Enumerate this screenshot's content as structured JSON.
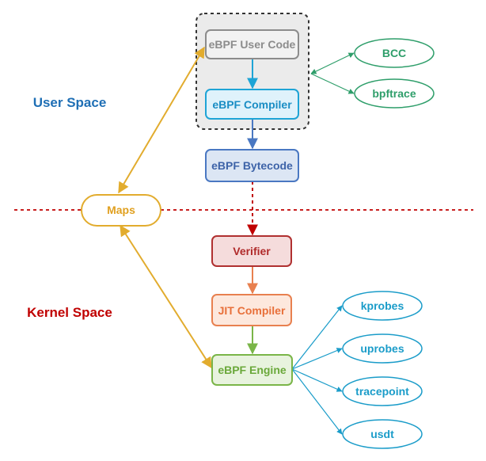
{
  "regions": {
    "user_space": {
      "label": "User Space",
      "color": "#1f6fb5"
    },
    "kernel_space": {
      "label": "Kernel Space",
      "color": "#c00000"
    }
  },
  "nodes": {
    "user_code": {
      "label": "eBPF User Code",
      "stroke": "#8c8c8c",
      "fill": "#f2f2f2",
      "text": "#8c8c8c"
    },
    "compiler": {
      "label": "eBPF Compiler",
      "stroke": "#1ea4d6",
      "fill": "#dff2fb",
      "text": "#1a8dc4"
    },
    "bytecode": {
      "label": "eBPF Bytecode",
      "stroke": "#4a78c2",
      "fill": "#dce6f4",
      "text": "#3d63a8"
    },
    "verifier": {
      "label": "Verifier",
      "stroke": "#b03030",
      "fill": "#f5dcdc",
      "text": "#b02a2a"
    },
    "jit": {
      "label": "JIT Compiler",
      "stroke": "#e8804f",
      "fill": "#fde8dd",
      "text": "#e8703a"
    },
    "engine": {
      "label": "eBPF Engine",
      "stroke": "#7ab548",
      "fill": "#e8f3de",
      "text": "#6aa83a"
    },
    "maps": {
      "label": "Maps",
      "stroke": "#e2ac2e",
      "fill": "#ffffff",
      "text": "#e0a020"
    }
  },
  "tools": [
    {
      "label": "BCC"
    },
    {
      "label": "bpftrace"
    }
  ],
  "probes": [
    {
      "label": "kprobes"
    },
    {
      "label": "uprobes"
    },
    {
      "label": "tracepoint"
    },
    {
      "label": "usdt"
    }
  ],
  "colors": {
    "tool": "#2e9e6a",
    "probe": "#1a9cc9",
    "divider": "#c00000",
    "maps_link": "#e2ac2e"
  }
}
